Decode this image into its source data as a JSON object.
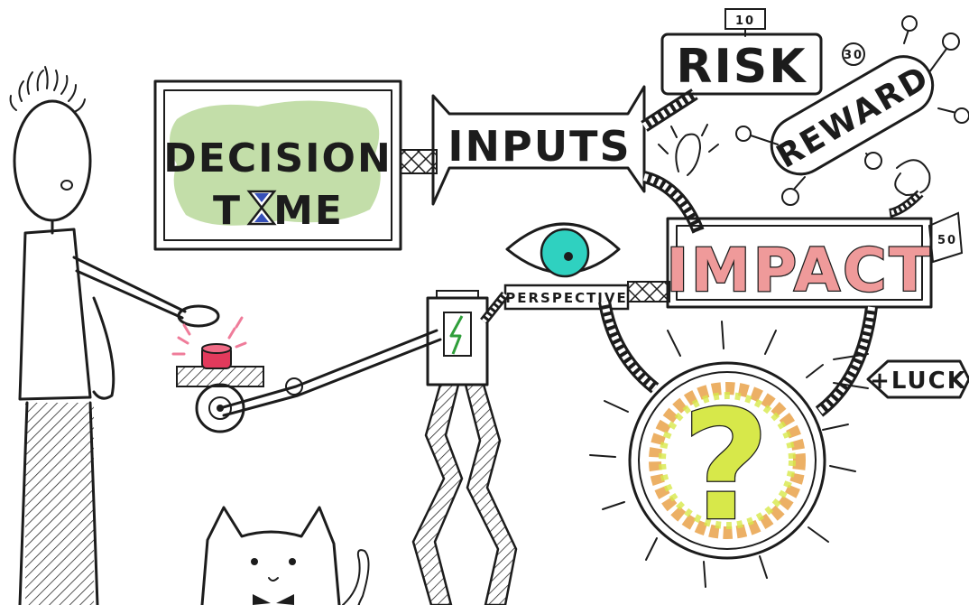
{
  "labels": {
    "decision_line1": "DECISION",
    "decision_line2_a": "T",
    "decision_line2_b": "ME",
    "inputs": "INPUTS",
    "risk": "RISK",
    "reward": "REWARD",
    "impact": "IMPACT",
    "perspective": "PERSPECTIVE",
    "luck": "+LUCK",
    "question": "?"
  },
  "dial_numbers": [
    "10",
    "30",
    "50"
  ],
  "colors": {
    "ink": "#1c1c1c",
    "decision_fill": "#b9d89a",
    "inputs_fill": "#e9cd7c",
    "risk_fill": "#eaa35a",
    "reward_fill": "#7fe49a",
    "impact_fill": "#5fb9c9",
    "impact_text": "#ef9a9a",
    "eye_iris": "#2fd1c0",
    "button_red": "#e23a5c",
    "luck_text": "#2c2cc4",
    "question_fill": "#d7e84a",
    "question_halo": "#e9a24a",
    "battery_bolt": "#2f9e3a"
  },
  "icons": [
    "hourglass-icon",
    "eye-icon",
    "battery-icon",
    "red-button-icon",
    "question-mark-icon"
  ]
}
